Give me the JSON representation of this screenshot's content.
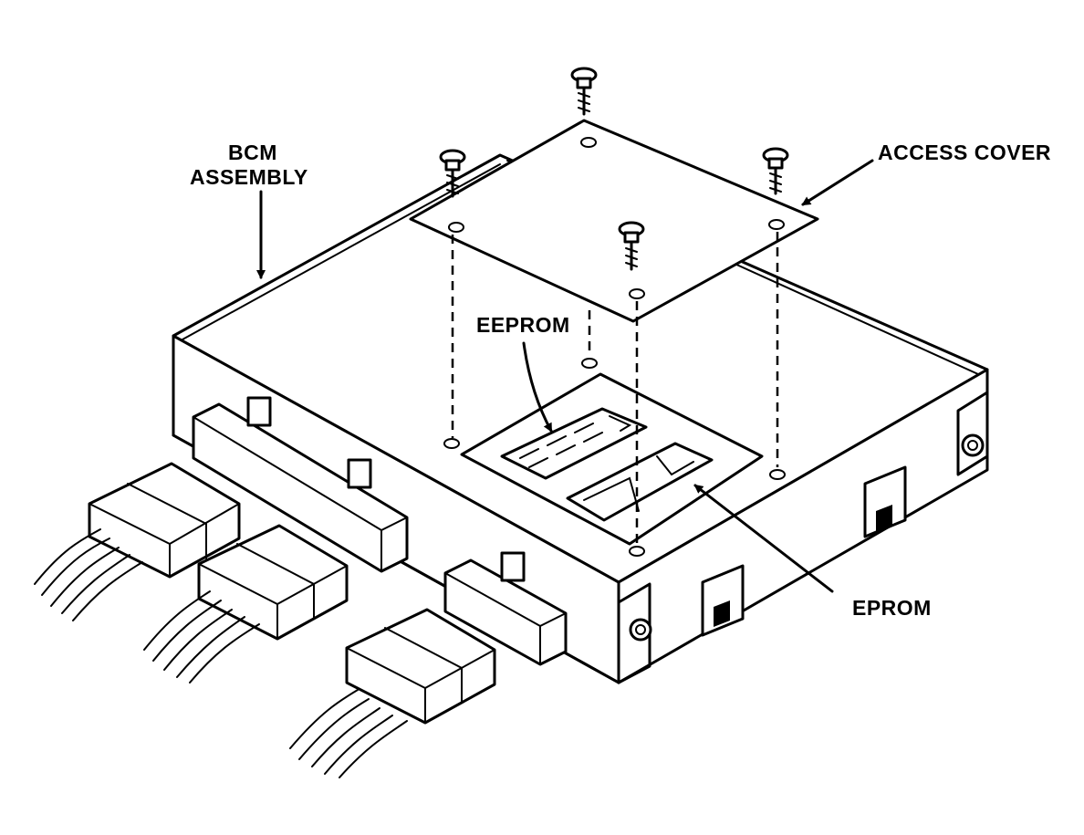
{
  "labels": {
    "bcm_line1": "BCM",
    "bcm_line2": "ASSEMBLY",
    "access_cover": "ACCESS COVER",
    "eeprom": "EEPROM",
    "eprom": "EPROM"
  }
}
